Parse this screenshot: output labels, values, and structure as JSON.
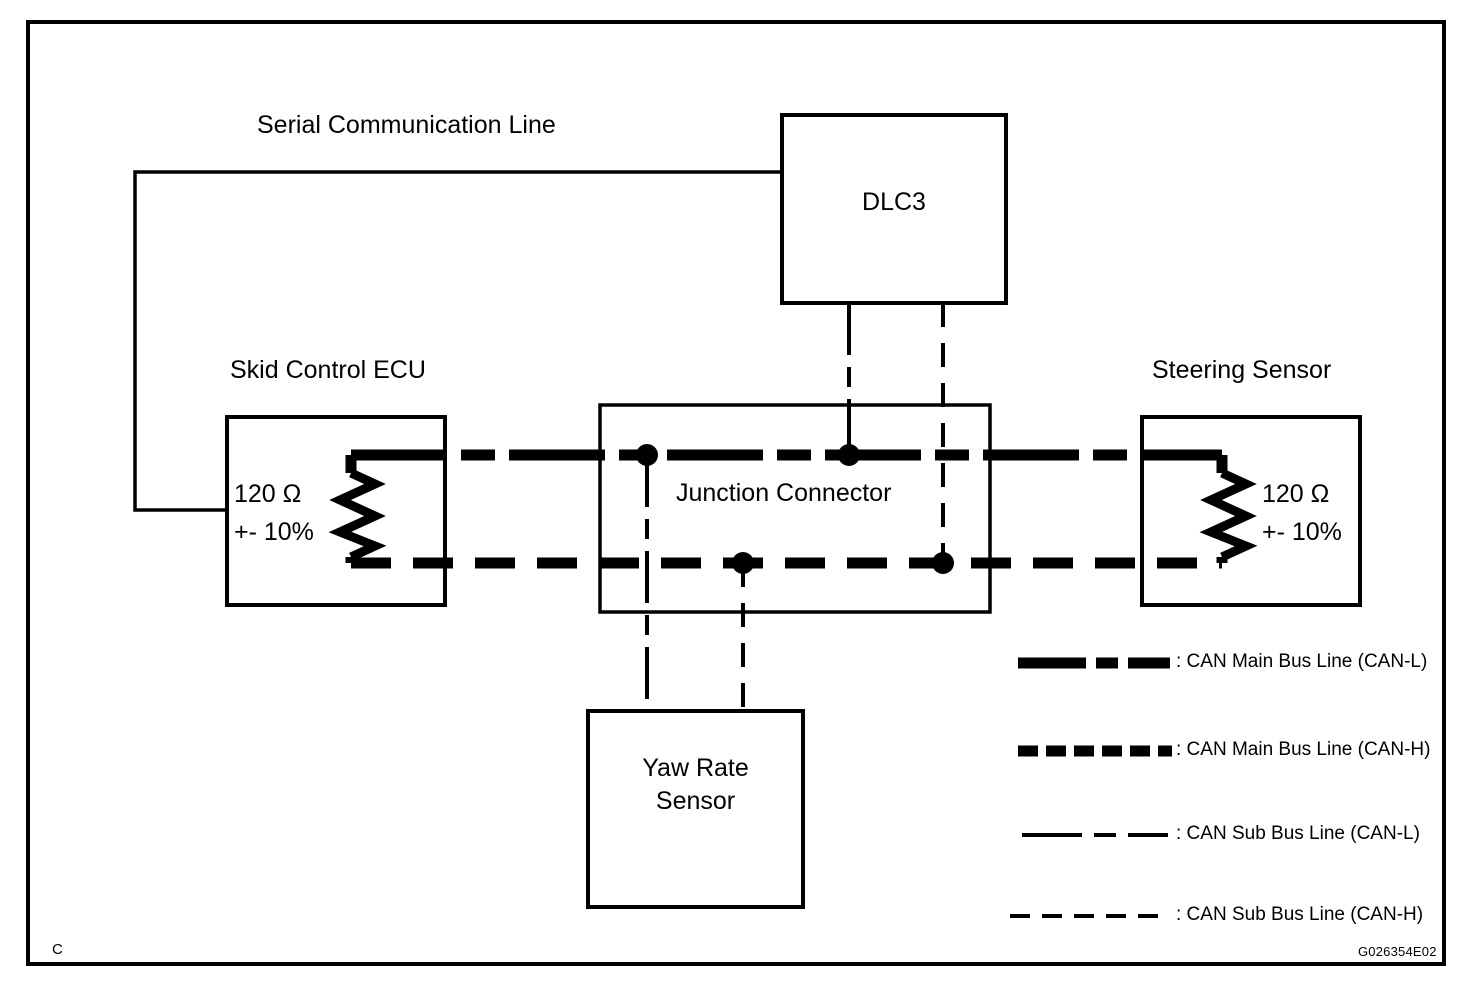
{
  "diagram": {
    "title_label": "Serial Communication Line",
    "corner_mark": "C",
    "figure_code": "G026354E02",
    "line_color": "#000000",
    "background_color": "#ffffff"
  },
  "nodes": {
    "dlc3": {
      "label": "DLC3"
    },
    "skid_control_ecu": {
      "title": "Skid Control ECU",
      "resistor_value": "120 Ω",
      "resistor_tolerance": "+- 10%"
    },
    "steering_sensor": {
      "title": "Steering Sensor",
      "resistor_value": "120 Ω",
      "resistor_tolerance": "+- 10%"
    },
    "junction_connector": {
      "label": "Junction Connector"
    },
    "yaw_rate_sensor": {
      "label_line1": "Yaw Rate",
      "label_line2": "Sensor"
    }
  },
  "legend": {
    "items": [
      {
        "style": "main-can-l",
        "label": ": CAN Main Bus Line (CAN-L)"
      },
      {
        "style": "main-can-h",
        "label": ": CAN Main Bus Line (CAN-H)"
      },
      {
        "style": "sub-can-l",
        "label": ": CAN Sub Bus Line (CAN-L)"
      },
      {
        "style": "sub-can-h",
        "label": ": CAN Sub Bus Line (CAN-H)"
      }
    ]
  }
}
